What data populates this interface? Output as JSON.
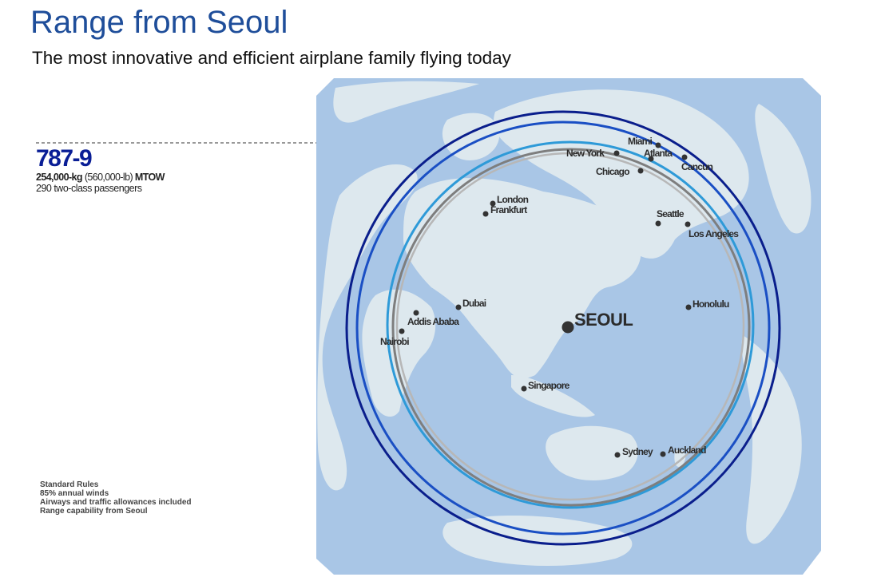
{
  "header": {
    "title": "Range from Seoul",
    "subtitle": "The most innovative and efficient airplane family flying today"
  },
  "aircraft": {
    "model": "787-9",
    "mtow_kg": "254,000-kg",
    "mtow_lb": "(560,000-lb)",
    "mtow_label": "MTOW",
    "passengers": "290 two-class passengers"
  },
  "rules": [
    "Standard Rules",
    "85% annual winds",
    "Airways and traffic allowances included",
    "Range capability from Seoul"
  ],
  "map": {
    "origin": "SEOUL",
    "cities": [
      "Miami",
      "New York",
      "Atlanta",
      "Cancun",
      "Chicago",
      "London",
      "Frankfurt",
      "Seattle",
      "Los Angeles",
      "Dubai",
      "Addis Ababa",
      "Nairobi",
      "Honolulu",
      "Singapore",
      "Sydney",
      "Auckland"
    ],
    "colors": {
      "ocean": "#a9c6e6",
      "land": "#dde8ee",
      "ring_outer": "#0a1e8c",
      "ring_mid": "#1a4fc4",
      "ring_light": "#2e9ad8",
      "ring_gray_dark": "#7e7e7e",
      "ring_gray_light": "#b7b7b7",
      "leader_lines": "#999999",
      "title": "#1f4e9a",
      "model": "#0a1e96"
    }
  }
}
